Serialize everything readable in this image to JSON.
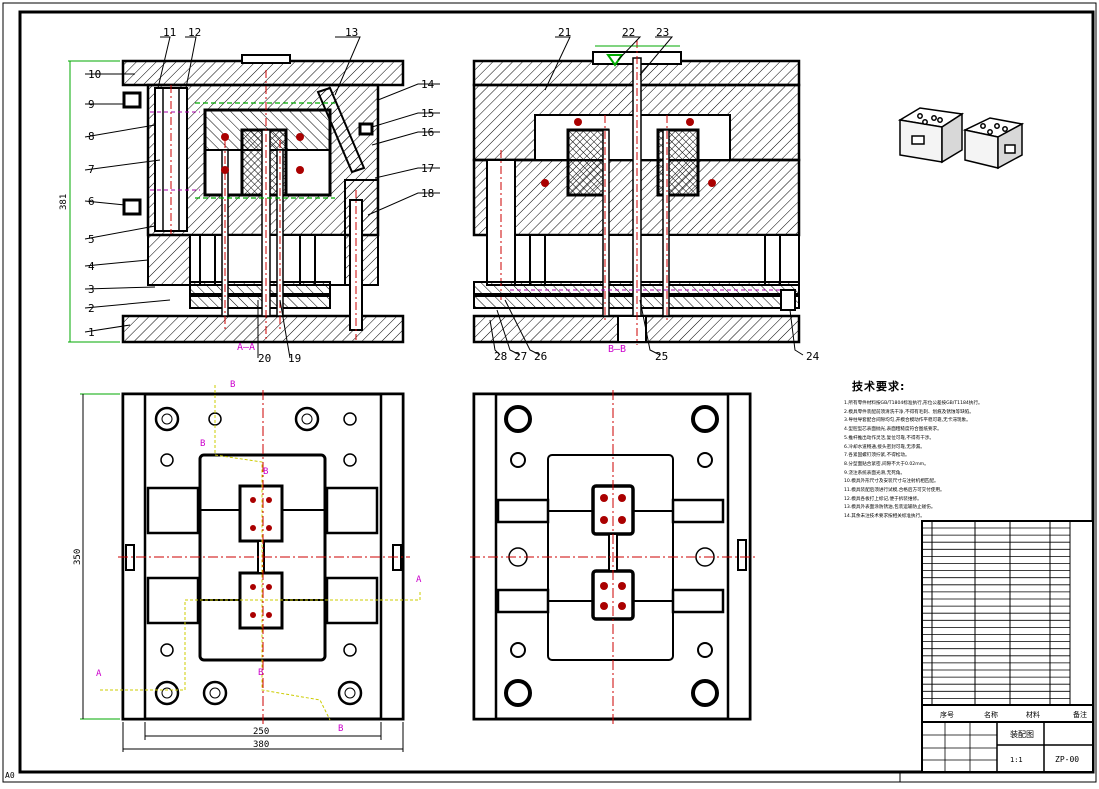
{
  "drawing": {
    "part_numbers_top_left": [
      "11",
      "12",
      "13",
      "10",
      "9",
      "8",
      "7",
      "6",
      "5",
      "4",
      "3",
      "2",
      "1",
      "14",
      "15",
      "16",
      "17",
      "18",
      "20",
      "19"
    ],
    "part_numbers_top_right": [
      "21",
      "22",
      "23",
      "24",
      "25",
      "26",
      "27",
      "28"
    ],
    "section_labels": {
      "aa": "A—A",
      "bb": "B—B"
    },
    "marker_labels": {
      "a": "A",
      "b": "B"
    },
    "dimensions": {
      "height_left": "381",
      "height_plan": "350",
      "width_inner": "250",
      "width_outer": "380"
    },
    "corner_mark": "A0"
  },
  "notes": {
    "title": "技术要求:",
    "items": [
      "1.所有零件材料按GB/T1804标准执行,形位公差按GB/T1184执行。",
      "2.模具零件装配前须清洗干净,不得有毛刺、划痕及锈蚀等缺陷。",
      "3.导柱导套配合间隙均匀,开模合模动作平稳可靠,无卡滞现象。",
      "4.型腔型芯表面抛光,表面粗糙度符合图纸要求。",
      "5.推杆推出动作灵活,复位可靠,不得有干涉。",
      "6.冷却水道畅通,接头密封可靠,无渗漏。",
      "7.各紧固螺钉须拧紧,不得松动。",
      "8.分型面贴合紧密,间隙不大于0.02mm。",
      "9.浇注系统表面光滑,无死角。",
      "10.模具外形尺寸及安装尺寸与注射机相匹配。",
      "11.模具装配后须进行试模,合格后方可交付使用。",
      "12.模具各板打上标记,便于拆装维修。",
      "13.模具外表面涂防锈油,包装运输防止碰伤。",
      "14.其余未注技术要求按相关标准执行。"
    ]
  },
  "title_block": {
    "head_seq": "序号",
    "head_name": "名称",
    "head_material": "材料",
    "head_remark": "备注",
    "drawing_name": "装配图",
    "drawing_no": "ZP-00",
    "scale": "1:1"
  }
}
